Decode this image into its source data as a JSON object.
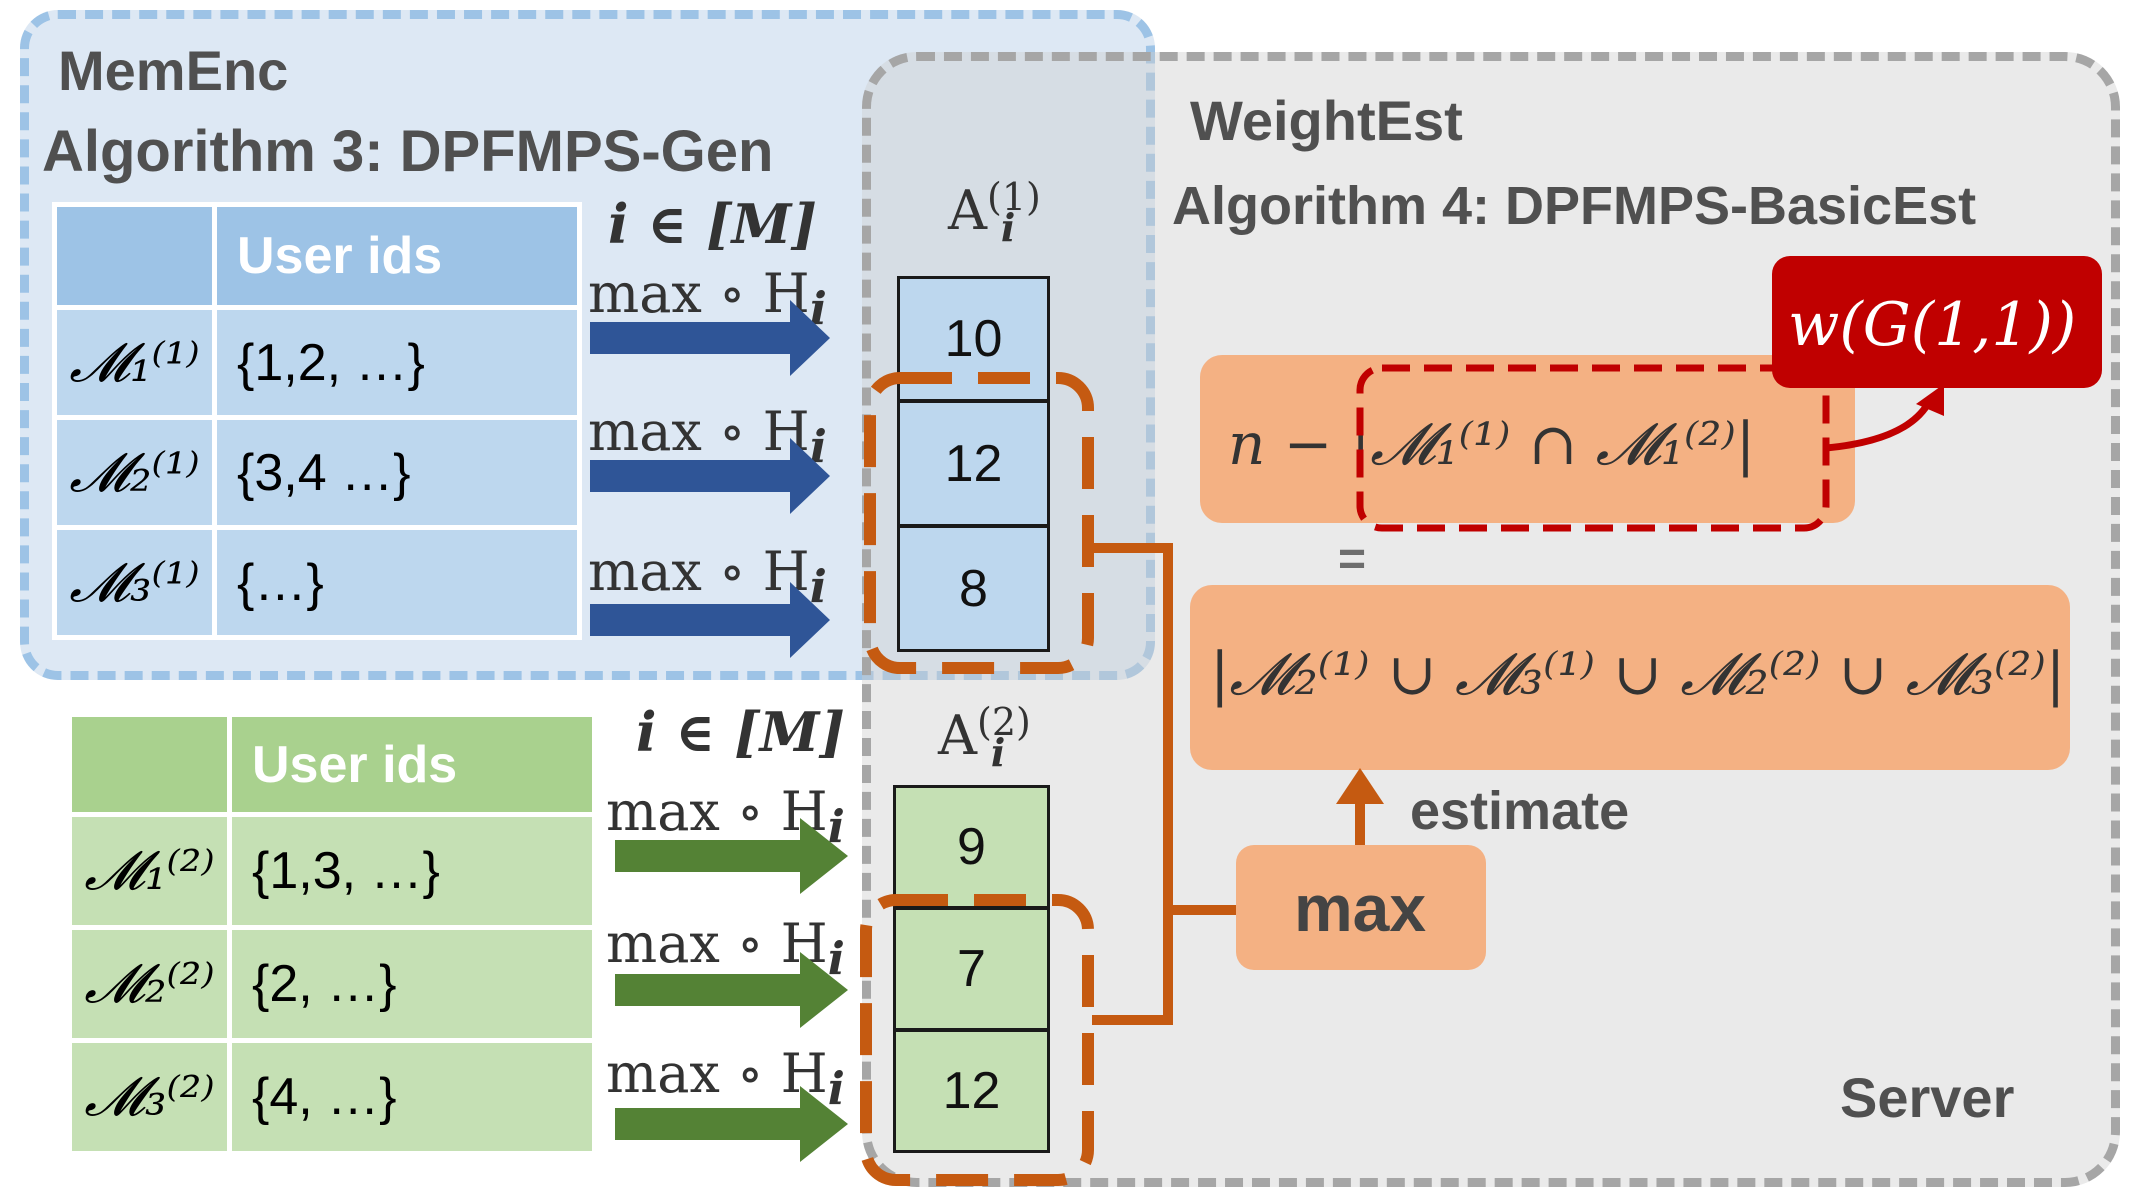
{
  "memenc": {
    "title": "MemEnc",
    "algorithm": "Algorithm 3: DPFMPS-Gen",
    "table_header": "User ids",
    "rows": [
      {
        "symbol": "𝓜₁⁽¹⁾",
        "ids": "{1,2, …}"
      },
      {
        "symbol": "𝓜₂⁽¹⁾",
        "ids": "{3,4 …}"
      },
      {
        "symbol": "𝓜₃⁽¹⁾",
        "ids": "{…}"
      }
    ]
  },
  "second_party": {
    "table_header": "User ids",
    "rows": [
      {
        "symbol": "𝓜₁⁽²⁾",
        "ids": "{1,3, …}"
      },
      {
        "symbol": "𝓜₂⁽²⁾",
        "ids": "{2, …}"
      },
      {
        "symbol": "𝓜₃⁽²⁾",
        "ids": "{4, …}"
      }
    ]
  },
  "index_label": "i ∈ [M]",
  "hash_label": "max ∘ H",
  "hash_subscript": "i",
  "array1": {
    "label": "A",
    "sup": "(1)",
    "sub": "i",
    "values": [
      "10",
      "12",
      "8"
    ]
  },
  "array2": {
    "label": "A",
    "sup": "(2)",
    "sub": "i",
    "values": [
      "9",
      "7",
      "12"
    ]
  },
  "server": {
    "title": "WeightEst",
    "algorithm": "Algorithm 4: DPFMPS-BasicEst",
    "footer": "Server",
    "weight_label": "w(G(1,1))",
    "top_expr": "n − |𝓜₁⁽¹⁾ ∩ 𝓜₁⁽²⁾|",
    "equals": "=",
    "union_expr": "|𝓜₂⁽¹⁾ ∪ 𝓜₃⁽¹⁾ ∪ 𝓜₂⁽²⁾ ∪ 𝓜₃⁽²⁾|",
    "estimate_label": "estimate",
    "max_label": "max"
  },
  "colors": {
    "blue_arrow": "#2f5597",
    "green_arrow": "#548235",
    "orange": "#c55a11",
    "red": "#c00000",
    "orange_fill": "#f4b183"
  }
}
